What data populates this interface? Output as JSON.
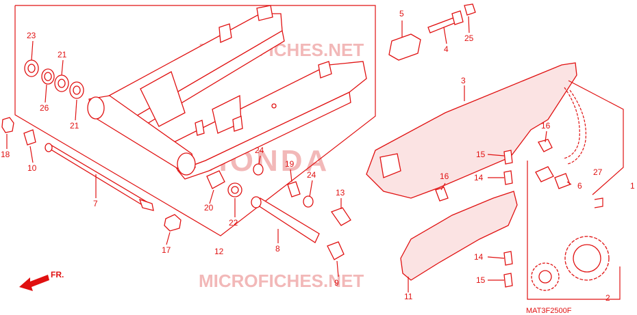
{
  "diagram": {
    "watermark_top": "MICROFICHES.NET",
    "watermark_center": "HONDA",
    "watermark_bottom": "MICROFICHES.NET",
    "drawing_code": "MAT3F2500F",
    "front_arrow": "FR.",
    "callouts": {
      "c1": "1",
      "c2": "2",
      "c3": "3",
      "c4": "4",
      "c5": "5",
      "c6": "6",
      "c7": "7",
      "c8": "8",
      "c9": "9",
      "c10": "10",
      "c11": "11",
      "c12": "12",
      "c13": "13",
      "c14a": "14",
      "c14b": "14",
      "c15a": "15",
      "c15b": "15",
      "c16a": "16",
      "c16b": "16",
      "c17": "17",
      "c18": "18",
      "c19": "19",
      "c20": "20",
      "c21a": "21",
      "c21b": "21",
      "c22": "22",
      "c23": "23",
      "c24a": "24",
      "c24b": "24",
      "c25": "25",
      "c26": "26",
      "c27": "27"
    }
  }
}
